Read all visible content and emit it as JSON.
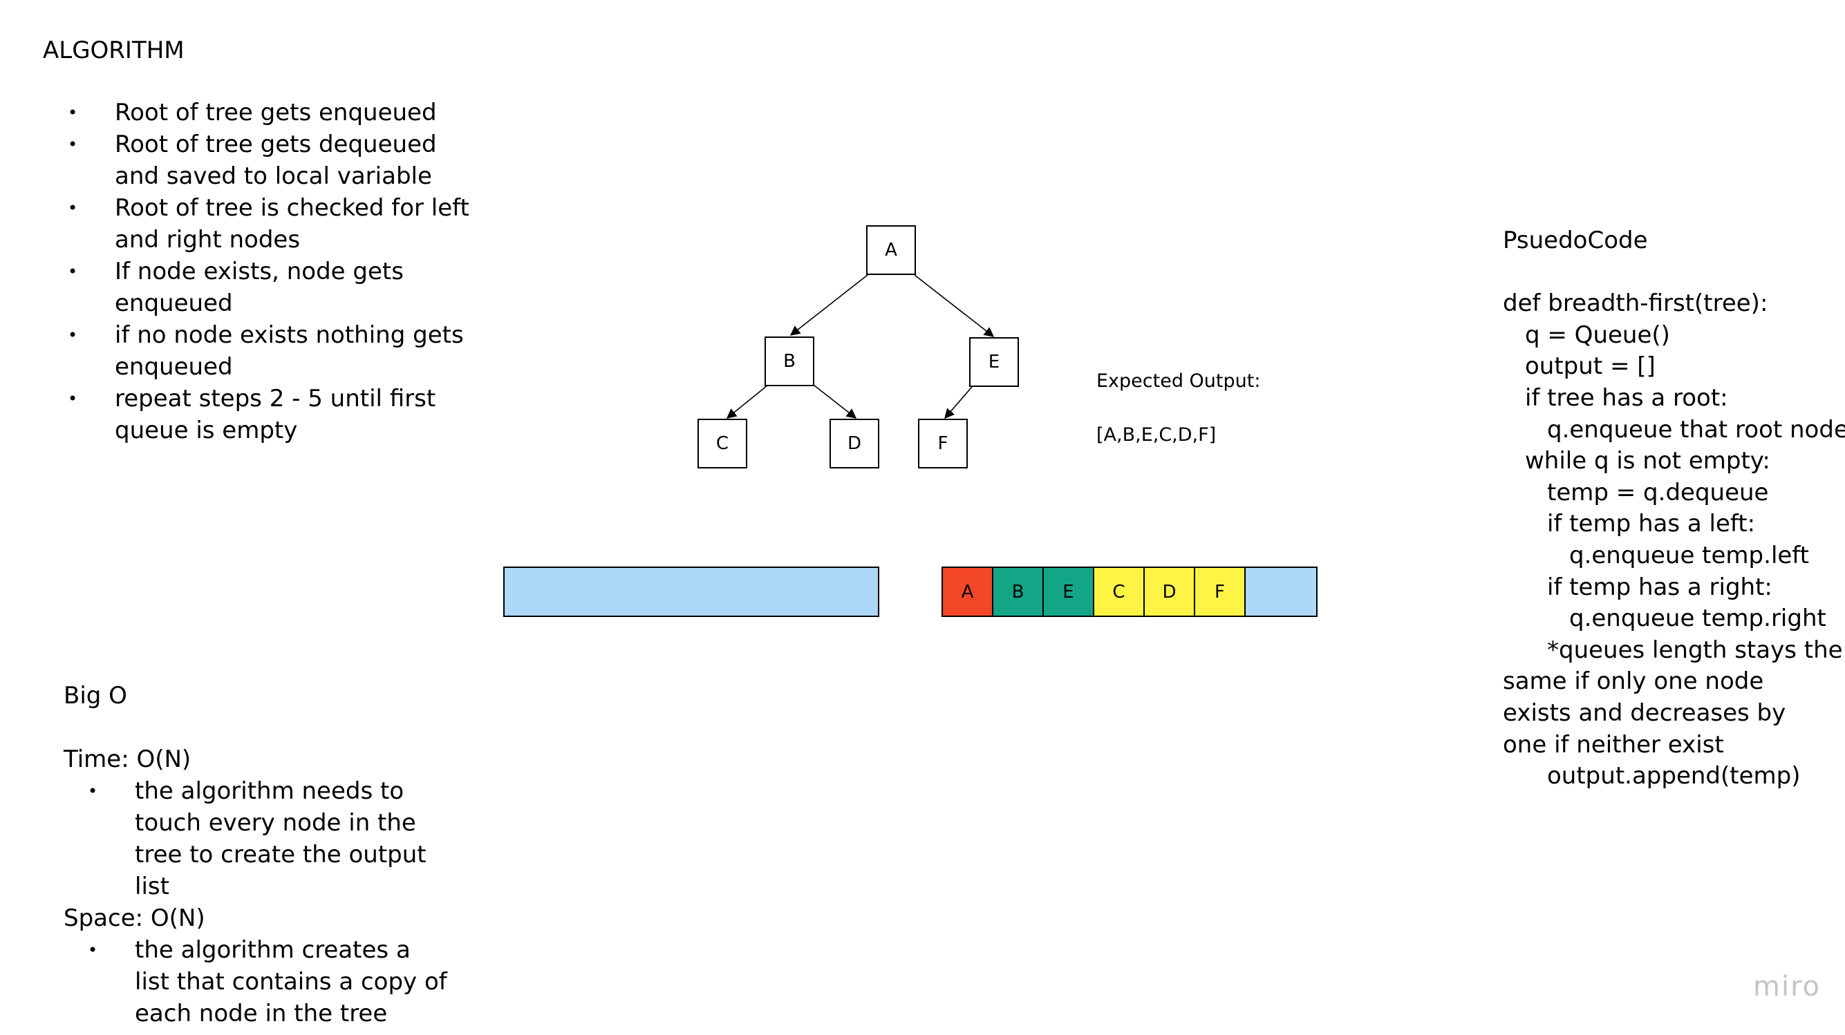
{
  "algorithm": {
    "title": "ALGORITHM",
    "steps": [
      "Root of tree gets enqueued",
      "Root of tree gets dequeued and saved to local variable",
      "Root of tree is checked for left and right nodes",
      "If node exists, node gets enqueued",
      "if no node exists nothing gets enqueued",
      "repeat steps 2 - 5 until first queue is empty"
    ]
  },
  "big_o": {
    "title": "Big O",
    "time_label": "Time: O(N)",
    "time_note": "the algorithm needs to touch every node in the tree to create the output list",
    "space_label": "Space: O(N)",
    "space_note": "the algorithm creates a list that contains a copy of each node in the tree"
  },
  "tree": {
    "nodes": {
      "a": "A",
      "b": "B",
      "e": "E",
      "c": "C",
      "d": "D",
      "f": "F"
    }
  },
  "expected": {
    "label": "Expected Output:",
    "value": "[A,B,E,C,D,F]"
  },
  "queue": {
    "cells": [
      {
        "label": "A",
        "color": "#f24726"
      },
      {
        "label": "B",
        "color": "#12a687"
      },
      {
        "label": "E",
        "color": "#12a687"
      },
      {
        "label": "C",
        "color": "#fef445"
      },
      {
        "label": "D",
        "color": "#fef445"
      },
      {
        "label": "F",
        "color": "#fef445"
      }
    ],
    "empty_color": "#aed8f8"
  },
  "pseudocode": {
    "title": "PsuedoCode",
    "lines": [
      "def breadth-first(tree):",
      "q = Queue()",
      "output = []",
      "if tree has a root:",
      "q.enqueue that root node",
      "while q is not empty:",
      "temp = q.dequeue",
      "if temp has a left:",
      "q.enqueue temp.left",
      "if temp has a right:",
      "q.enqueue temp.right",
      "*queues length stays the",
      "same if only one node exists and decreases by one if neither exist",
      "output.append(temp)"
    ]
  },
  "branding": {
    "logo": "miro"
  }
}
